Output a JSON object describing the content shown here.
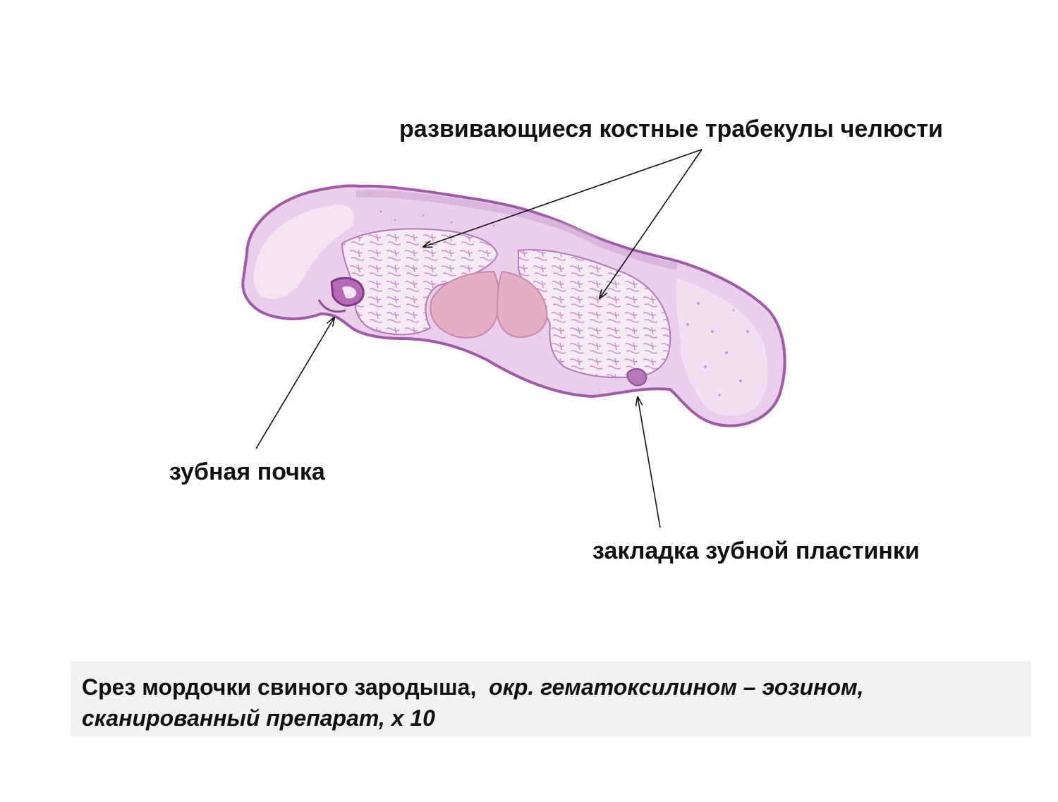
{
  "labels": {
    "trabeculae": "развивающиеся костные трабекулы челюсти",
    "tooth_bud": "зубная почка",
    "dental_lamina": "закладка зубной пластинки"
  },
  "caption": {
    "regular": "Срез мордочки свиного зародыша,",
    "italic_line1": "окр. гематоксилином – эозином,",
    "italic_line2": "сканированный препарат, х 10"
  },
  "colors": {
    "tissue_outline": "#a05aa8",
    "tissue_fill": "#e6c6e6",
    "tissue_inner": "#f3e6f3",
    "cartilage": "#e4aec4",
    "caption_bg": "#f2f2f2",
    "text": "#111111"
  }
}
